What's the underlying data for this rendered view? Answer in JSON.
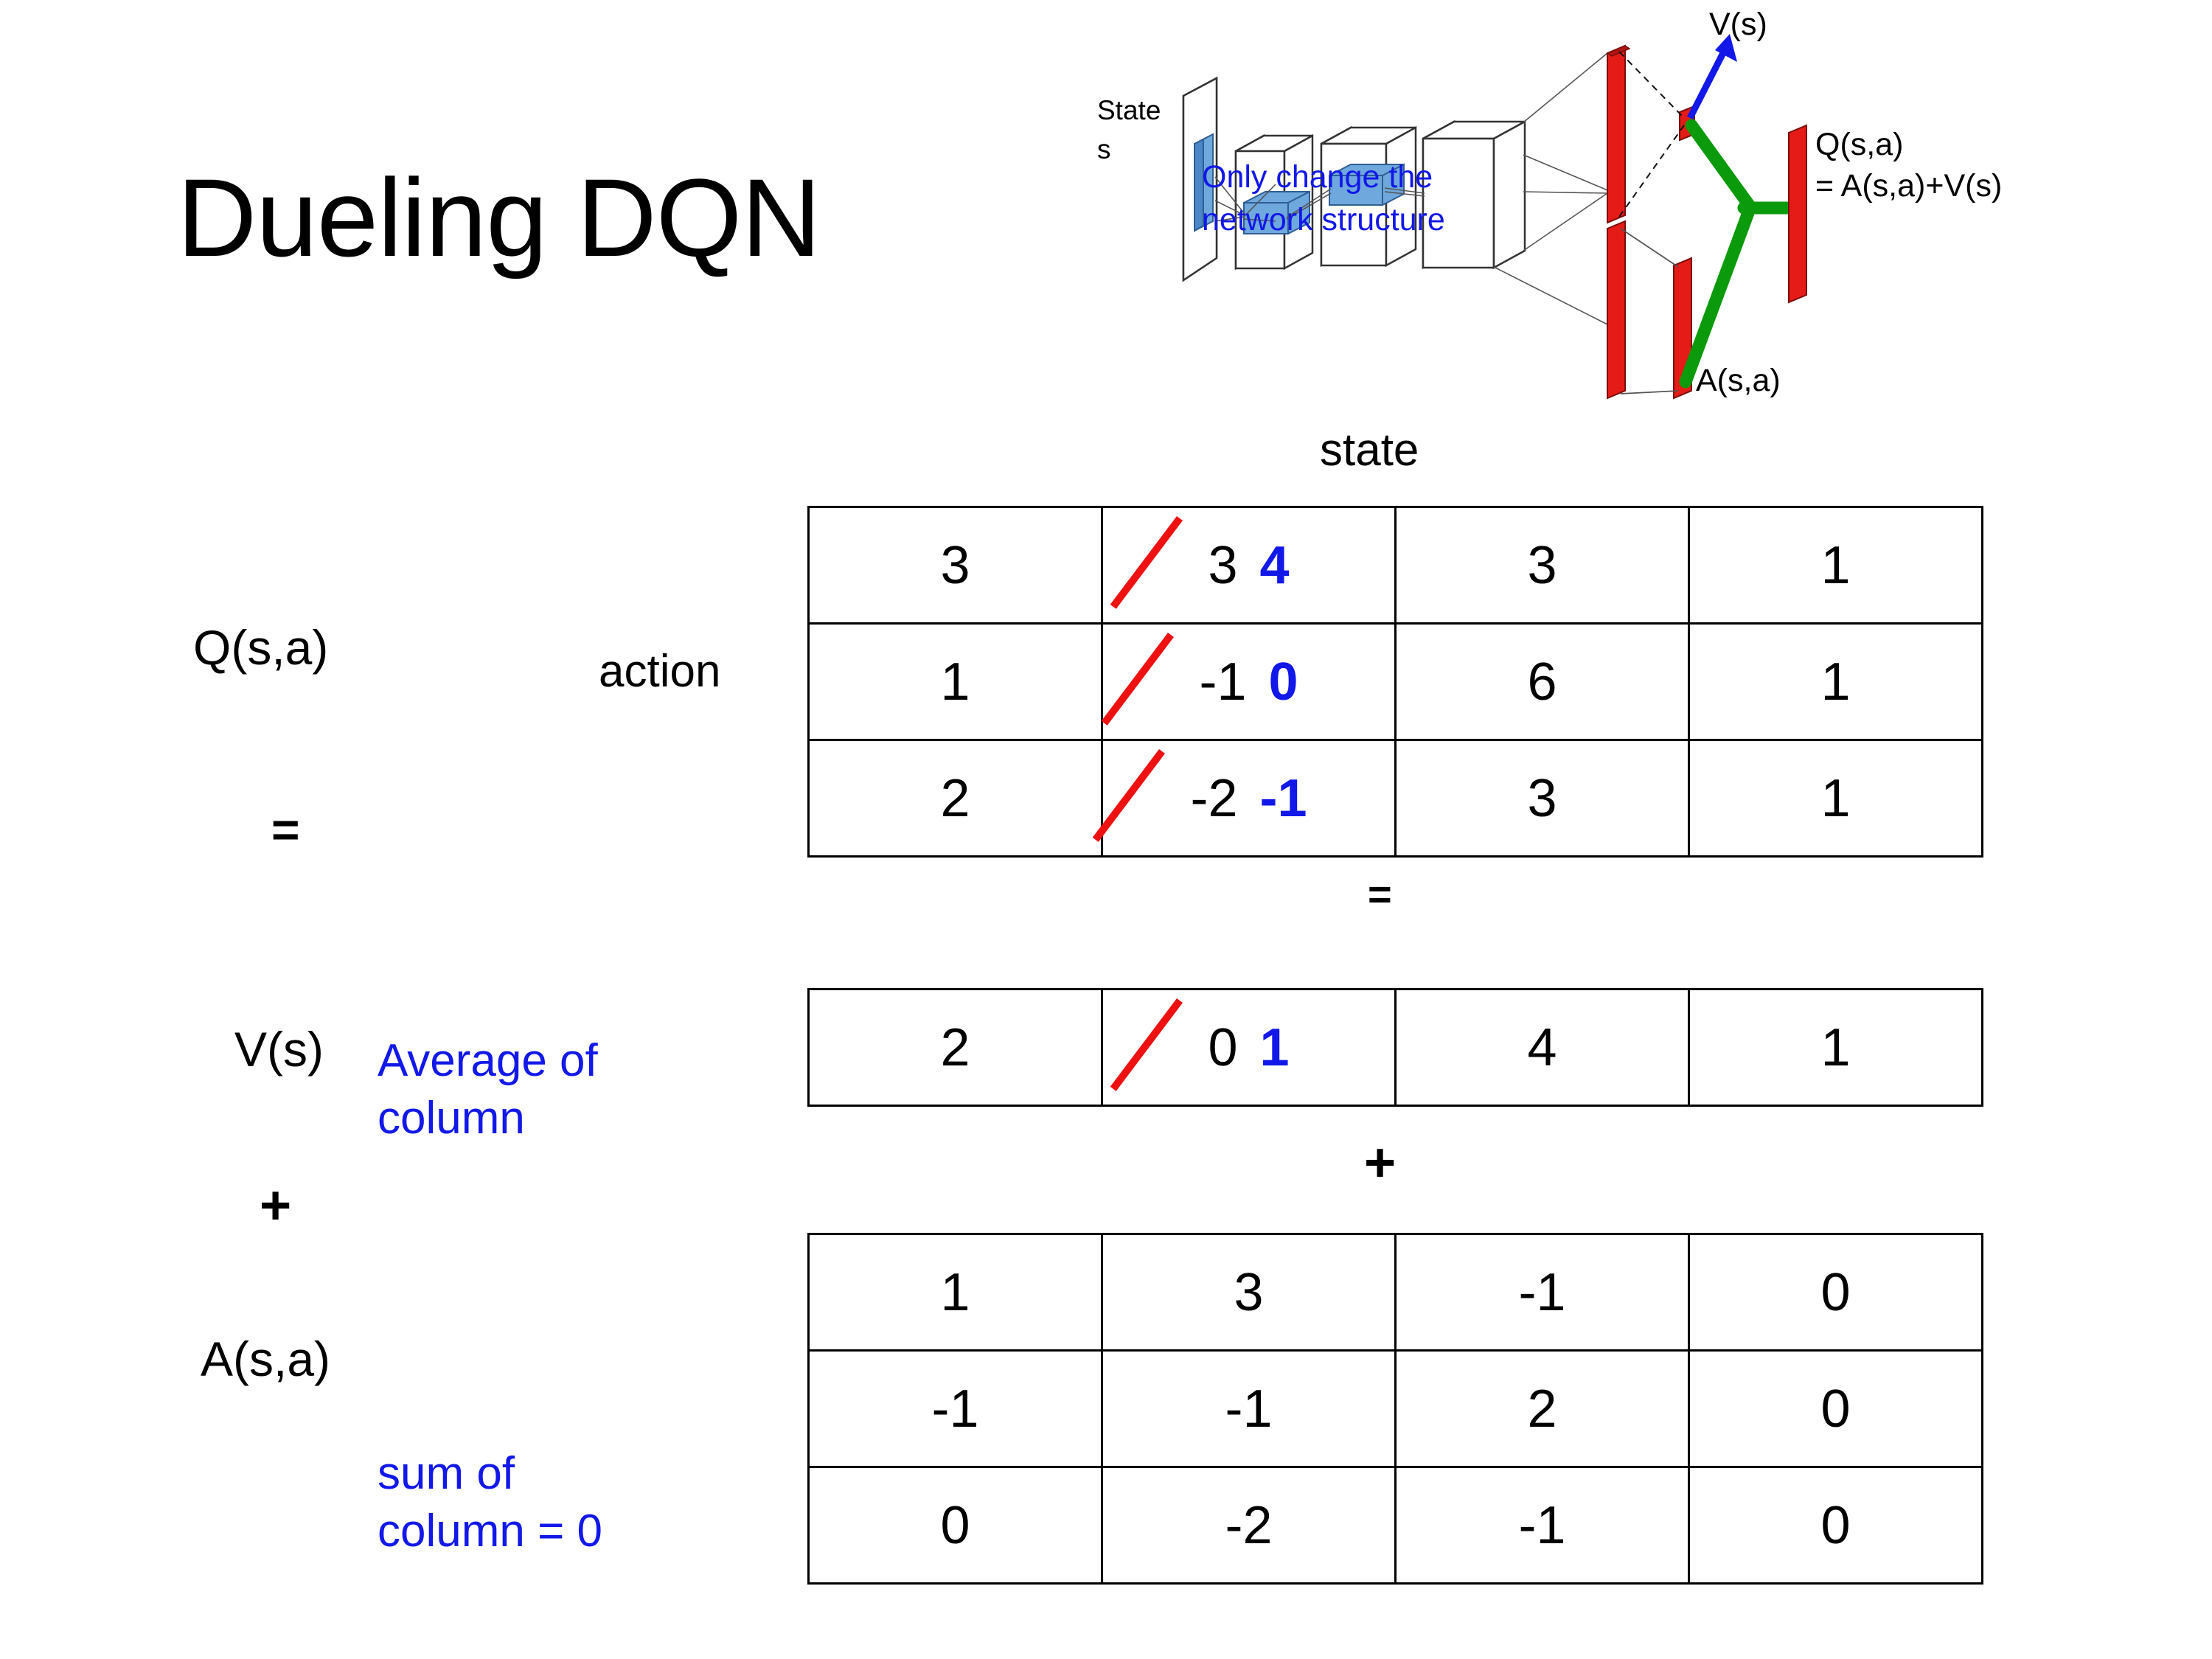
{
  "slide": {
    "title": "Dueling DQN"
  },
  "diagram": {
    "state_label_line1": "State",
    "state_label_line2": "s",
    "note_line1": "Only change the",
    "note_line2": "network structure",
    "v_label": "V(s)",
    "a_label": "A(s,a)",
    "q_label_line1": "Q(s,a)",
    "q_label_line2": "= A(s,a)+V(s)",
    "colors": {
      "note": "#1218e8",
      "arrow": "#1218e8",
      "combine": "#0b9a0b",
      "bar": "#e41b17",
      "conv": "#5b9bd5"
    }
  },
  "labels": {
    "state_axis": "state",
    "action_axis": "action",
    "q_label": "Q(s,a)",
    "v_label": "V(s)",
    "a_label": "A(s,a)",
    "equals_left": "=",
    "equals_mid": "=",
    "plus_left": "+",
    "plus_mid": "+",
    "avg_note_line1": "Average of",
    "avg_note_line2": "column",
    "sum_note_line1": "sum of",
    "sum_note_line2": "column = 0",
    "note_color": "#1218e8",
    "edit_color": "#1218e8",
    "strike_color": "#ee1111"
  },
  "chart_data": {
    "type": "table",
    "title": "Dueling DQN decomposition  Q(s,a) = V(s) + A(s,a)",
    "xlabel": "state",
    "ylabel": "action",
    "tables": [
      {
        "name": "Q(s,a)",
        "rows": 3,
        "cols": 4,
        "values": [
          [
            "3",
            "3",
            "3",
            "1"
          ],
          [
            "1",
            "-1",
            "6",
            "1"
          ],
          [
            "2",
            "-2",
            "3",
            "1"
          ]
        ],
        "edited": [
          {
            "row": 0,
            "col": 1,
            "old": "3",
            "new": "4"
          },
          {
            "row": 1,
            "col": 1,
            "old": "-1",
            "new": "0"
          },
          {
            "row": 2,
            "col": 1,
            "old": "-2",
            "new": "-1"
          }
        ]
      },
      {
        "name": "V(s)",
        "rows": 1,
        "cols": 4,
        "values": [
          [
            "2",
            "0",
            "4",
            "1"
          ]
        ],
        "edited": [
          {
            "row": 0,
            "col": 1,
            "old": "0",
            "new": "1"
          }
        ]
      },
      {
        "name": "A(s,a)",
        "rows": 3,
        "cols": 4,
        "values": [
          [
            "1",
            "3",
            "-1",
            "0"
          ],
          [
            "-1",
            "-1",
            "2",
            "0"
          ],
          [
            "0",
            "-2",
            "-1",
            "0"
          ]
        ],
        "edited": []
      }
    ]
  },
  "q_table": {
    "r0": {
      "c0": "3",
      "c1_old": "3",
      "c1_new": "4",
      "c2": "3",
      "c3": "1"
    },
    "r1": {
      "c0": "1",
      "c1_old": "-1",
      "c1_new": "0",
      "c2": "6",
      "c3": "1"
    },
    "r2": {
      "c0": "2",
      "c1_old": "-2",
      "c1_new": "-1",
      "c2": "3",
      "c3": "1"
    }
  },
  "v_table": {
    "r0": {
      "c0": "2",
      "c1_old": "0",
      "c1_new": "1",
      "c2": "4",
      "c3": "1"
    }
  },
  "a_table": {
    "r0": {
      "c0": "1",
      "c1": "3",
      "c2": "-1",
      "c3": "0"
    },
    "r1": {
      "c0": "-1",
      "c1": "-1",
      "c2": "2",
      "c3": "0"
    },
    "r2": {
      "c0": "0",
      "c1": "-2",
      "c2": "-1",
      "c3": "0"
    }
  }
}
